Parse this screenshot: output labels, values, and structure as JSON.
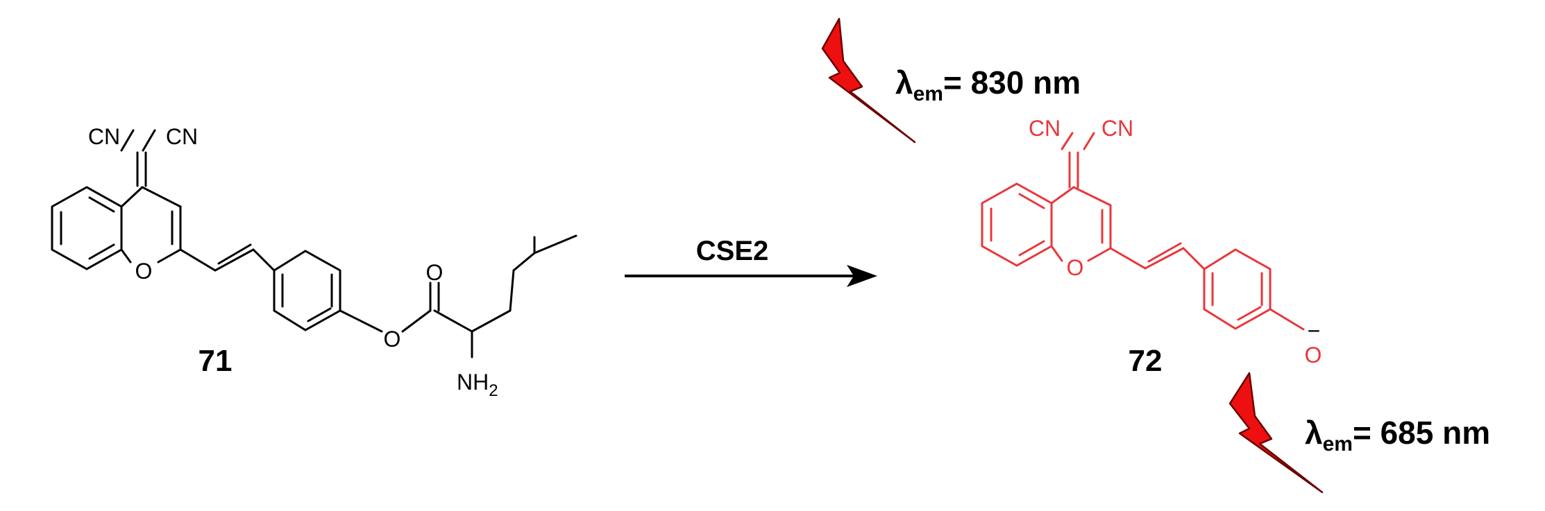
{
  "reaction": {
    "reactant": {
      "label": "71",
      "atoms": {
        "cn1": "CN",
        "cn2": "CN",
        "ring_o": "O",
        "ester_o": "O",
        "carbonyl_o": "O",
        "amine_n": "NH",
        "amine_sub": "2"
      }
    },
    "arrow": {
      "condition": "CSE2"
    },
    "product": {
      "label": "72",
      "atoms": {
        "cn1": "CN",
        "cn2": "CN",
        "ring_o": "O",
        "phenoxide_o": "O",
        "charge": "−"
      }
    },
    "emissions": [
      {
        "lambda": "λ",
        "sub": "em",
        "value": "= 830 nm"
      },
      {
        "lambda": "λ",
        "sub": "em",
        "value": "= 685 nm"
      }
    ]
  },
  "colors": {
    "reactant": "#000000",
    "product": "#e8373a",
    "lightning": "#ee1010",
    "lightning_edge": "#6b0000"
  }
}
